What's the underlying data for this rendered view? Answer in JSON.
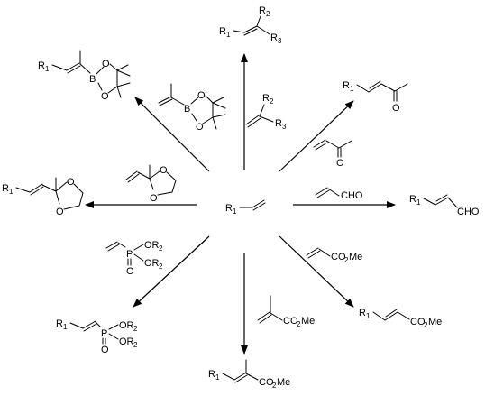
{
  "labels": {
    "R1": "R",
    "R2": "R",
    "R3": "R",
    "sub1": "1",
    "sub2": "2",
    "sub3": "3",
    "B": "B",
    "O": "O",
    "P": "P",
    "OR2": "OR",
    "CHO": "CHO",
    "CO2Me": "CO",
    "CO2Me_sub": "2",
    "Me": "Me"
  }
}
